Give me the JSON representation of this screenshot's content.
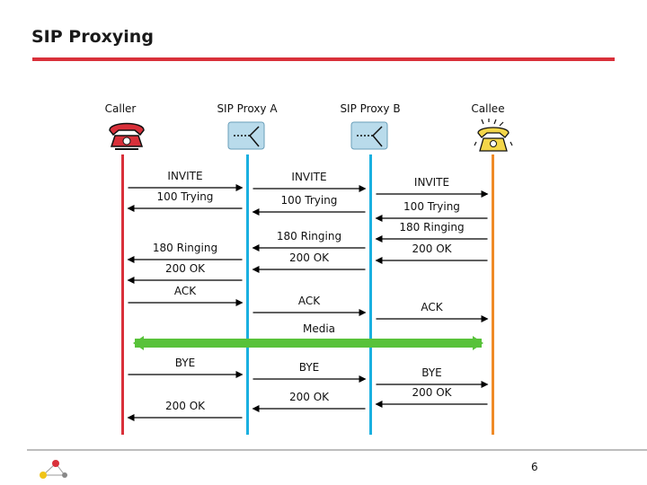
{
  "slide": {
    "title": "SIP Proxying",
    "page_number": "6"
  },
  "participants": [
    {
      "id": "caller",
      "label": "Caller",
      "color": "#d9303a"
    },
    {
      "id": "proxyA",
      "label": "SIP Proxy A",
      "color": "#1ab0e0"
    },
    {
      "id": "proxyB",
      "label": "SIP Proxy B",
      "color": "#1ab0e0"
    },
    {
      "id": "callee",
      "label": "Callee",
      "color": "#ef8a26"
    }
  ],
  "messages": [
    {
      "from": "caller",
      "to": "proxyA",
      "label": "INVITE"
    },
    {
      "from": "proxyA",
      "to": "caller",
      "label": "100 Trying"
    },
    {
      "from": "proxyA",
      "to": "proxyB",
      "label": "INVITE"
    },
    {
      "from": "proxyB",
      "to": "proxyA",
      "label": "100 Trying"
    },
    {
      "from": "proxyB",
      "to": "callee",
      "label": "INVITE"
    },
    {
      "from": "callee",
      "to": "proxyB",
      "label": "100 Trying"
    },
    {
      "from": "callee",
      "to": "proxyB",
      "label": "180 Ringing"
    },
    {
      "from": "proxyB",
      "to": "proxyA",
      "label": "180 Ringing"
    },
    {
      "from": "proxyA",
      "to": "caller",
      "label": "180 Ringing"
    },
    {
      "from": "callee",
      "to": "proxyB",
      "label": "200 OK"
    },
    {
      "from": "proxyB",
      "to": "proxyA",
      "label": "200 OK"
    },
    {
      "from": "proxyA",
      "to": "caller",
      "label": "200 OK"
    },
    {
      "from": "caller",
      "to": "proxyA",
      "label": "ACK"
    },
    {
      "from": "proxyA",
      "to": "proxyB",
      "label": "ACK"
    },
    {
      "from": "proxyB",
      "to": "callee",
      "label": "ACK"
    },
    {
      "from": "caller",
      "to": "proxyA",
      "label": "BYE"
    },
    {
      "from": "proxyA",
      "to": "proxyB",
      "label": "BYE"
    },
    {
      "from": "proxyB",
      "to": "callee",
      "label": "BYE"
    },
    {
      "from": "callee",
      "to": "proxyB",
      "label": "200 OK"
    },
    {
      "from": "proxyB",
      "to": "proxyA",
      "label": "200 OK"
    },
    {
      "from": "proxyA",
      "to": "caller",
      "label": "200 OK"
    }
  ],
  "media": {
    "label": "Media",
    "from": "caller",
    "to": "callee",
    "color": "#58c23a"
  },
  "icons": {
    "caller": "red-telephone-icon",
    "proxy": "proxy-server-icon",
    "callee": "ringing-phone-icon",
    "logo": "network-logo-icon"
  }
}
